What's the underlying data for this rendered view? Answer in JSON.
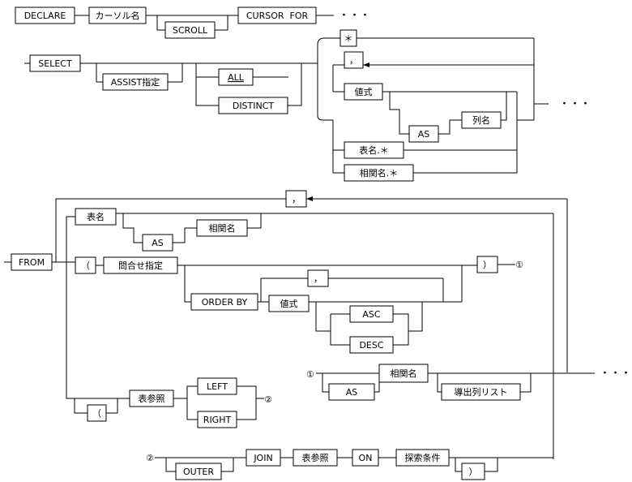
{
  "declare_row": {
    "declare": "DECLARE",
    "cursor_name": "カーソル名",
    "scroll": "SCROLL",
    "cursor_for": "CURSOR  FOR",
    "ellipsis": "・・・"
  },
  "select_row": {
    "select": "SELECT",
    "assist": "ASSIST指定",
    "all": "ALL",
    "distinct": "DISTINCT",
    "star": "＊",
    "comma": "，",
    "value_expr": "値式",
    "as": "AS",
    "column_name": "列名",
    "table_star": "表名.＊",
    "corr_star": "相関名.＊",
    "ellipsis": "・・・"
  },
  "from_section": {
    "from": "FROM",
    "comma": "，",
    "table_name": "表名",
    "as": "AS",
    "corr_name": "相関名",
    "lparen": "（",
    "query": "問合せ指定",
    "rparen": "）",
    "marker1": "①",
    "order_by": "ORDER BY",
    "order_comma": "，",
    "value_expr": "値式",
    "asc": "ASC",
    "desc": "DESC",
    "lparen2": "（",
    "table_ref": "表参照",
    "left": "LEFT",
    "right": "RIGHT",
    "marker2": "②",
    "marker1b": "①",
    "as2": "AS",
    "corr_name2": "相関名",
    "derived_cols": "導出列リスト",
    "ellipsis": "・・・"
  },
  "join_row": {
    "marker2": "②",
    "outer": "OUTER",
    "join": "JOIN",
    "table_ref": "表参照",
    "on": "ON",
    "condition": "探索条件",
    "rparen": "）"
  }
}
